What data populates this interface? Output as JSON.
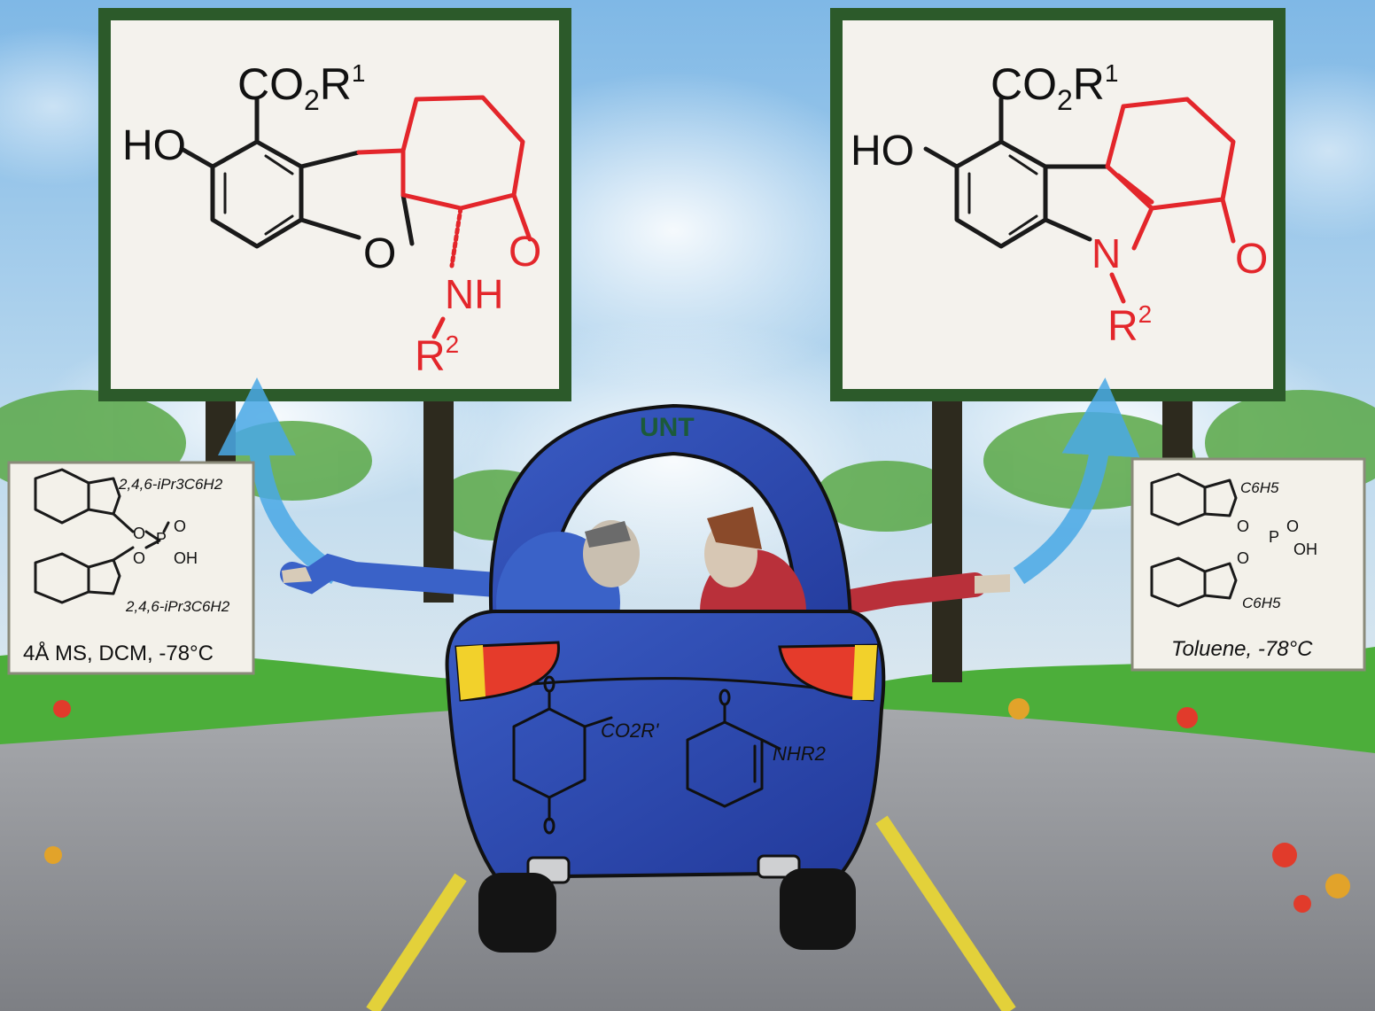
{
  "left_billboard": {
    "substituent_top": "CO",
    "subscript_2": "2",
    "r1": "R",
    "sup_1": "1",
    "hydroxy": "HO",
    "oxygen_ring": "O",
    "ketone_o": "O",
    "amine": "NH",
    "r2": "R",
    "sup_2": "2"
  },
  "right_billboard": {
    "substituent_top": "CO",
    "subscript_2": "2",
    "r1": "R",
    "sup_1": "1",
    "hydroxy": "HO",
    "nitrogen": "N",
    "ketone_o": "O",
    "r2": "R",
    "sup_2": "2"
  },
  "left_catalyst": {
    "aryl_top": "2,4,6-iPr3C6H2",
    "aryl_bottom": "2,4,6-iPr3C6H2",
    "o1": "O",
    "o2": "O",
    "p": "P",
    "p_o": "O",
    "oh": "OH",
    "conditions": "4Å MS, DCM, -78°C"
  },
  "right_catalyst": {
    "aryl_top": "C6H5",
    "aryl_bottom": "C6H5",
    "o1": "O",
    "o2": "O",
    "p": "P",
    "p_o": "O",
    "oh": "OH",
    "conditions": "Toluene, -78°C"
  },
  "car": {
    "roof_text": "UNT",
    "quinone_sub": "CO2R'",
    "enaminone_sub": "NHR2"
  },
  "colors": {
    "sky": "#8ec3ea",
    "billboard_frame": "#2c5a2a",
    "car_body": "#2f4fb0",
    "road": "#8e8f93",
    "grass": "#4cae3a",
    "product_red": "#e3262b",
    "arrow_blue": "#4aa9e6"
  }
}
